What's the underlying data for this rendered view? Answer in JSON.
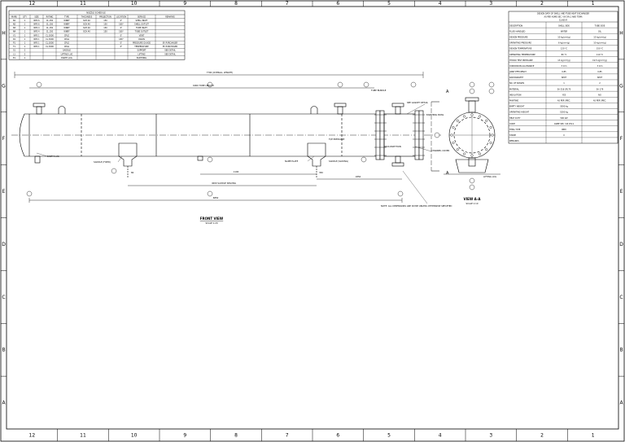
{
  "border": {
    "columns": [
      "12",
      "11",
      "10",
      "9",
      "8",
      "7",
      "6",
      "5",
      "4",
      "3",
      "2",
      "1"
    ],
    "rows": [
      "H",
      "G",
      "F",
      "E",
      "D",
      "C",
      "B",
      "A"
    ]
  },
  "nozzle_schedule": {
    "title": "NOZZLE SCHEDULE",
    "headers": [
      "MARK",
      "QTY",
      "SIZE",
      "RATING",
      "TYPE",
      "THICKNESS",
      "PROJECTION",
      "LOCATION",
      "SERVICE",
      "REMARKS"
    ],
    "rows": [
      [
        "N1",
        "1",
        "NPS 6",
        "CL.150",
        "WNRF",
        "SCH.40",
        "150",
        "0°",
        "SHELL INLET",
        ""
      ],
      [
        "N2",
        "1",
        "NPS 6",
        "CL.150",
        "WNRF",
        "SCH.40",
        "150",
        "180°",
        "SHELL OUTLET",
        ""
      ],
      [
        "N3",
        "1",
        "NPS 4",
        "CL.150",
        "WNRF",
        "SCH.40",
        "150",
        "0°",
        "TUBE INLET",
        ""
      ],
      [
        "N4",
        "1",
        "NPS 4",
        "CL.150",
        "WNRF",
        "SCH.40",
        "150",
        "180°",
        "TUBE OUTLET",
        ""
      ],
      [
        "V1",
        "1",
        "NPS 1",
        "CL.3000",
        "CPLG",
        "",
        "",
        "0°",
        "VENT",
        ""
      ],
      [
        "D1",
        "1",
        "NPS 1",
        "CL.3000",
        "CPLG",
        "",
        "",
        "180°",
        "DRAIN",
        ""
      ],
      [
        "P1",
        "1",
        "NPS 1",
        "CL.3000",
        "CPLG",
        "",
        "",
        "0°",
        "PRESSURE GAUGE",
        "BY PURCHASER"
      ],
      [
        "T1",
        "1",
        "NPS 1",
        "CL.3000",
        "CPLG",
        "",
        "",
        "0°",
        "TEMPERATURE",
        "BY PURCHASER"
      ],
      [
        "S1",
        "2",
        "",
        "",
        "SADDLE",
        "",
        "",
        "",
        "SUPPORT",
        "SEE DETAIL"
      ],
      [
        "L1",
        "2",
        "",
        "",
        "LIFTING LUG",
        "",
        "",
        "",
        "LIFTING",
        "SEE DETAIL"
      ],
      [
        "E1",
        "1",
        "",
        "",
        "EARTH LUG",
        "",
        "",
        "",
        "EARTHING",
        ""
      ]
    ]
  },
  "design_data": {
    "title_lines": [
      "DESIGN DATA OF SHELL AND TUBE HEAT EXCHANGER",
      "AS PER ASME SEC. VIII DIV.1 AND TEMA",
      "CLASS R"
    ],
    "columns": [
      "DESCRIPTION",
      "SHELL SIDE",
      "TUBE SIDE"
    ],
    "rows": [
      [
        "FLUID HANDLED",
        "WATER",
        "OIL"
      ],
      [
        "DESIGN PRESSURE",
        "10 kg/cm²(g)",
        "15 kg/cm²(g)"
      ],
      [
        "OPERATING PRESSURE",
        "6 kg/cm²(g)",
        "10 kg/cm²(g)"
      ],
      [
        "DESIGN TEMPERATURE",
        "120 °C",
        "150 °C"
      ],
      [
        "OPERATING TEMPERATURE",
        "80 °C",
        "110 °C"
      ],
      [
        "HYDRO TEST PRESSURE",
        "13 kg/cm²(g)",
        "19.5 kg/cm²(g)"
      ],
      [
        "CORROSION ALLOWANCE",
        "3 mm",
        "3 mm"
      ],
      [
        "JOINT EFFICIENCY",
        "0.85",
        "0.85"
      ],
      [
        "RADIOGRAPHY",
        "SPOT",
        "SPOT"
      ],
      [
        "NO. OF PASSES",
        "1",
        "2"
      ],
      [
        "MATERIAL",
        "SA 516 GR.70",
        "SA 179"
      ],
      [
        "INSULATION",
        "YES",
        "NO"
      ],
      [
        "PAINTING",
        "AS PER SPEC.",
        "AS PER SPEC."
      ],
      [
        "EMPTY WEIGHT",
        "3500 kg",
        ""
      ],
      [
        "OPERATING WEIGHT",
        "5200 kg",
        ""
      ],
      [
        "HEAT DUTY",
        "500 kW",
        ""
      ],
      [
        "CODE",
        "ASME SEC. VIII DIV.1",
        ""
      ],
      [
        "TEMA TYPE",
        "BEM",
        ""
      ],
      [
        "STAMP",
        "U",
        ""
      ],
      [
        "REMARKS",
        "",
        ""
      ]
    ]
  },
  "labels": {
    "front_view": "FRONT VIEW",
    "front_view_scale": "SCALE 1:20",
    "view_aa": "VIEW A-A",
    "view_aa_scale": "SCALE 1:10",
    "section_a": "A",
    "overall_length": "7700 (OVERALL LENGTH)",
    "tube_length": "6000 TUBE LENGTH",
    "saddle_spacing": "4000 SADDLE SPACING",
    "distance_left": "1100",
    "distance_right": "1850",
    "bottom_dim": "6850",
    "sadde_fixed": "SADDLE (FIXED)",
    "saddle_sliding": "SADDLE (SLIDING)",
    "name_plate": "NAME PLATE",
    "lifting_lug": "LIFTING LUG",
    "earth_lug": "EARTH LUG",
    "ti_pressure": "TI/P PRESSURE",
    "gasket": "SEE GASKET DETAIL",
    "earthing_boss": "EARTHING BOSS",
    "channel_cover": "CHANNEL COVER",
    "pass_partition": "PASS PARTITION",
    "tube_bundle": "TUBE BUNDLE",
    "note_text": "NOTE: ALL DIMENSIONS ARE IN MM UNLESS OTHERWISE SPECIFIED",
    "saddle_dim": "80",
    "saddle_dim2": "350"
  }
}
